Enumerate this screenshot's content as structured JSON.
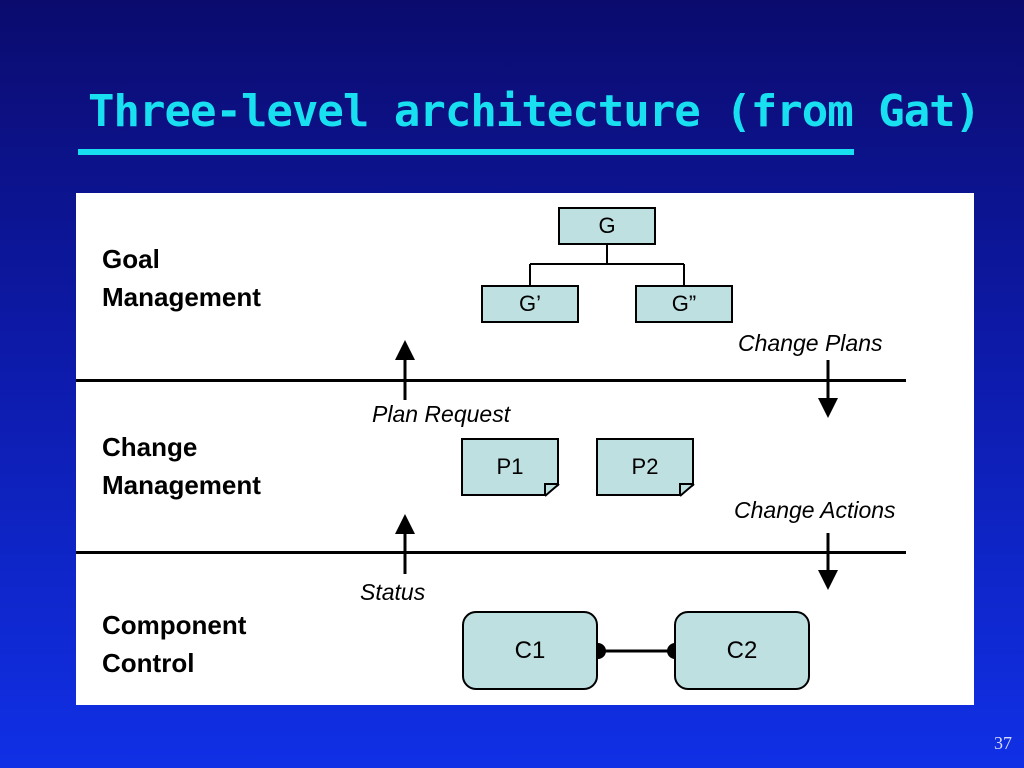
{
  "slide": {
    "title": "Three-level architecture (from Gat)",
    "page_number": "37"
  },
  "levels": {
    "goal": {
      "line1": "Goal",
      "line2": "Management"
    },
    "change": {
      "line1": "Change",
      "line2": "Management"
    },
    "component": {
      "line1": "Component",
      "line2": "Control"
    }
  },
  "goal_tree": {
    "root": "G",
    "left": "G’",
    "right": "G”"
  },
  "plans": {
    "p1": "P1",
    "p2": "P2"
  },
  "components": {
    "c1": "C1",
    "c2": "C2"
  },
  "labels": {
    "change_plans": "Change Plans",
    "plan_request": "Plan Request",
    "change_actions": "Change Actions",
    "status": "Status"
  },
  "colors": {
    "title": "#19e0f0",
    "node_fill": "#bfe0e0",
    "background": "#0d1aa8"
  }
}
